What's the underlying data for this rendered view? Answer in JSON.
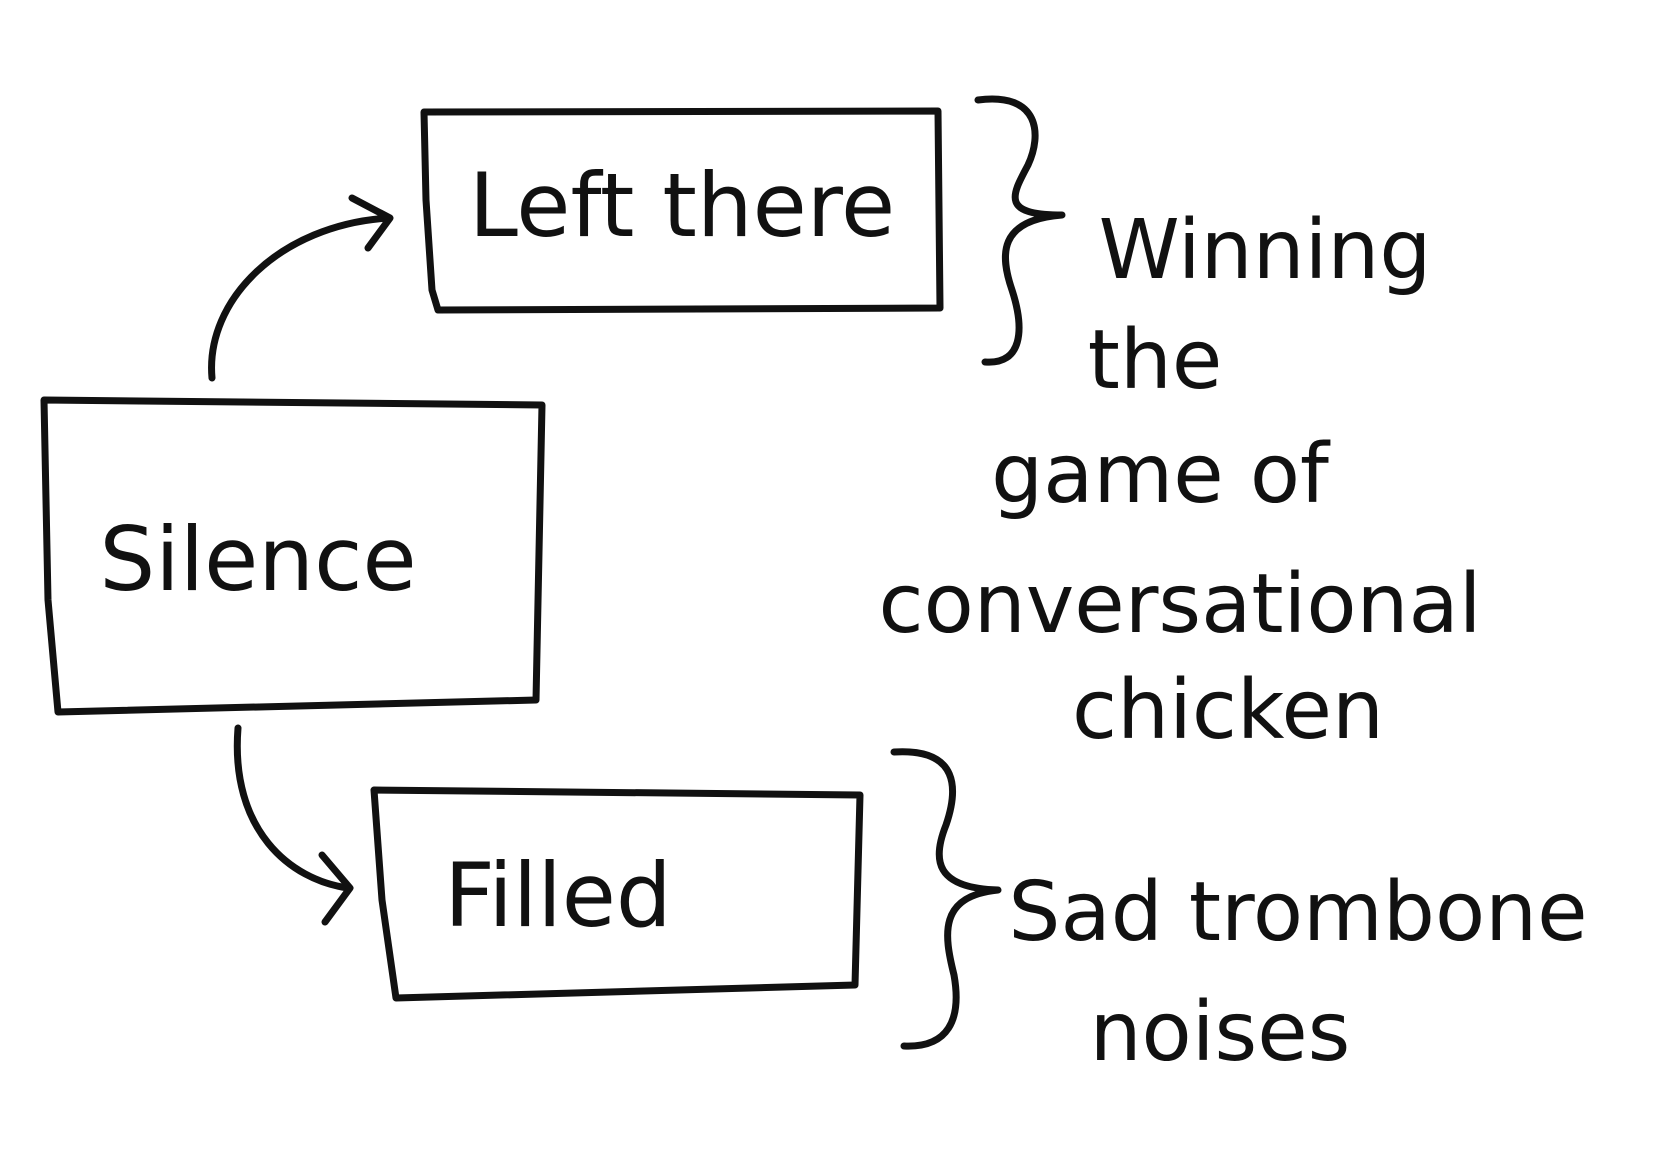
{
  "diagram": {
    "nodes": {
      "silence": {
        "label": "Silence"
      },
      "left_there": {
        "label": "Left there"
      },
      "filled": {
        "label": "Filled"
      }
    },
    "notes": {
      "winning": {
        "lines": [
          "Winning",
          "the",
          "game of",
          "conversational",
          "chicken"
        ]
      },
      "sad": {
        "lines": [
          "Sad trombone",
          "noises"
        ]
      }
    }
  }
}
